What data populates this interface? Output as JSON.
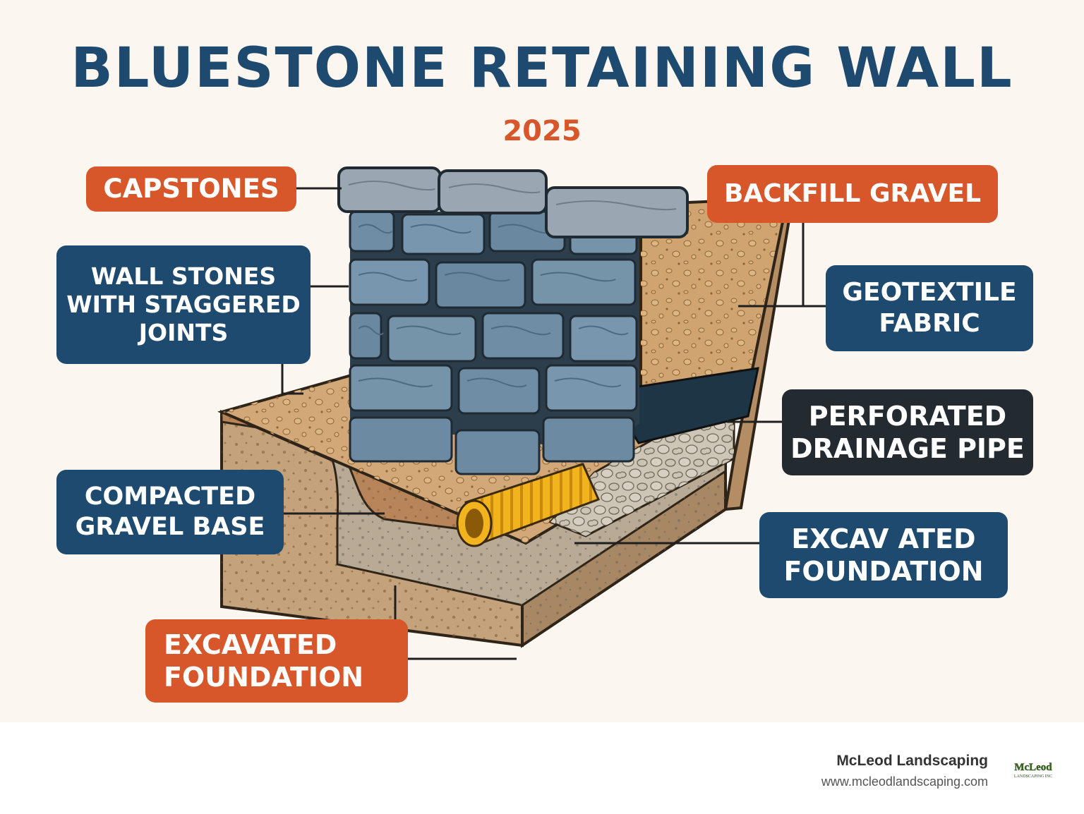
{
  "title": "BLUESTONE RETAINING WALL",
  "year": "2025",
  "labels": {
    "capstones": {
      "lines": [
        "CAPSTONES"
      ]
    },
    "wall_stones": {
      "lines": [
        "WALL STONES",
        "WITH STAGGERED",
        "JOINTS"
      ]
    },
    "compacted_base": {
      "lines": [
        "COMPACTED",
        "GRAVEL BASE"
      ]
    },
    "excavated_left": {
      "lines": [
        "EXCAVATED",
        "FOUNDATION"
      ]
    },
    "backfill": {
      "lines": [
        "BACKFILL GRAVEL"
      ]
    },
    "geotextile": {
      "lines": [
        "GEOTEXTILE",
        "FABRIC"
      ]
    },
    "drainage": {
      "lines": [
        "PERFORATED",
        "DRAINAGE PIPE"
      ]
    },
    "excavated_right": {
      "lines": [
        "EXCAV ATED",
        "FOUNDATION"
      ]
    }
  },
  "footer": {
    "brand": "McLeod Landscaping",
    "url": "www.mcleodlandscaping.com",
    "logo_text": [
      "McLeod",
      "LANDSCAPING INC"
    ]
  },
  "colors": {
    "navy": "#1d4a6e",
    "orange": "#d8572a",
    "charcoal": "#232b30",
    "stone": "#6d8ca3",
    "gravel": "#c79b65",
    "pipe": "#f2b41c"
  }
}
